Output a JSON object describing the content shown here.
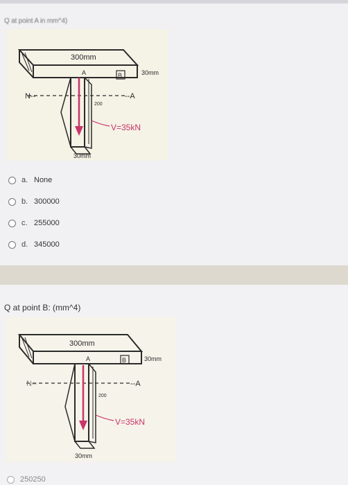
{
  "question1": {
    "title": "Q at point A in mm^4)",
    "sketch": {
      "width_label": "300mm",
      "flange_label": "30mm",
      "web_label": "200",
      "web_width_label": "30mm",
      "force_label": "V=35kN",
      "n_label": "N--",
      "a_label": "--A",
      "point_a": "A",
      "point_b": "B"
    },
    "options": [
      {
        "letter": "a.",
        "text": "None"
      },
      {
        "letter": "b.",
        "text": "300000"
      },
      {
        "letter": "c.",
        "text": "255000"
      },
      {
        "letter": "d.",
        "text": "345000"
      }
    ]
  },
  "question2": {
    "title": "Q at point B: (mm^4)",
    "sketch": {
      "width_label": "300mm",
      "flange_label": "30mm",
      "web_label": "200",
      "web_width_label": "30mm",
      "force_label": "V=35kN",
      "n_label": "N--",
      "a_label": "--A",
      "point_a": "A",
      "point_b": "B"
    },
    "first_option_partial": "250250"
  },
  "colors": {
    "force": "#c8356a",
    "ink": "#2a2a2a",
    "paper": "#f5f2e6"
  }
}
